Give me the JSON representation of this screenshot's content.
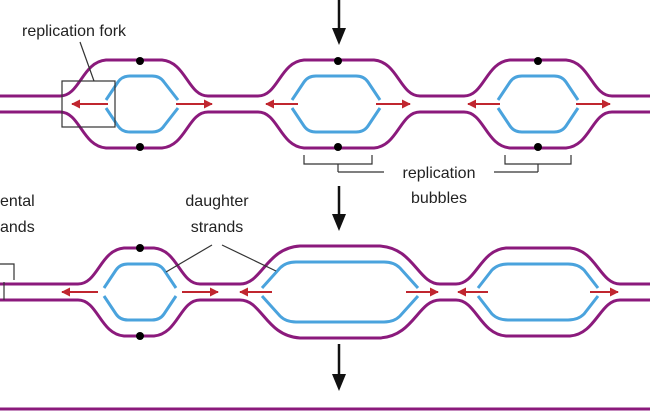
{
  "labels": {
    "replication_fork": "replication fork",
    "replication_bubbles_line1": "replication",
    "replication_bubbles_line2": "bubbles",
    "parental_strands_line1": "ental",
    "parental_strands_line2": "ands",
    "daughter_strands_line1": "daughter",
    "daughter_strands_line2": "strands"
  },
  "colors": {
    "parental_strand": "#8b1a7c",
    "daughter_strand": "#4aa3dd",
    "arrow": "#c0262f",
    "origin_dot": "#000000",
    "callout_line": "#333333"
  },
  "icons": [
    "down-arrow-icon",
    "down-arrow-icon",
    "down-arrow-icon",
    "fork-direction-arrow-icon"
  ]
}
